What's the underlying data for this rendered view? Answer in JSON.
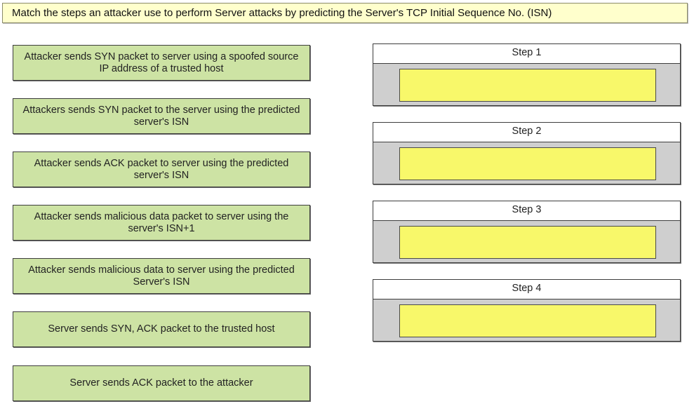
{
  "instruction": "Match the steps an attacker use to perform Server attacks by predicting the Server's TCP Initial Sequence No. (ISN)",
  "options": [
    "Attacker sends SYN packet to server using a spoofed source IP address of a trusted host",
    "Attackers sends SYN packet to the server using the predicted server's ISN",
    "Attacker sends ACK packet to server using the predicted server's ISN",
    "Attacker sends malicious data packet to server using the server's ISN+1",
    "Attacker sends malicious data to server using the predicted Server's ISN",
    "Server sends SYN, ACK packet to the trusted host",
    "Server sends ACK packet to the attacker"
  ],
  "steps": [
    "Step 1",
    "Step 2",
    "Step 3",
    "Step 4"
  ],
  "colors": {
    "instruction_bg": "#ffffcc",
    "option_bg": "#cde3a4",
    "drop_bg": "#f8f86a",
    "step_body_bg": "#cfcfcf"
  }
}
